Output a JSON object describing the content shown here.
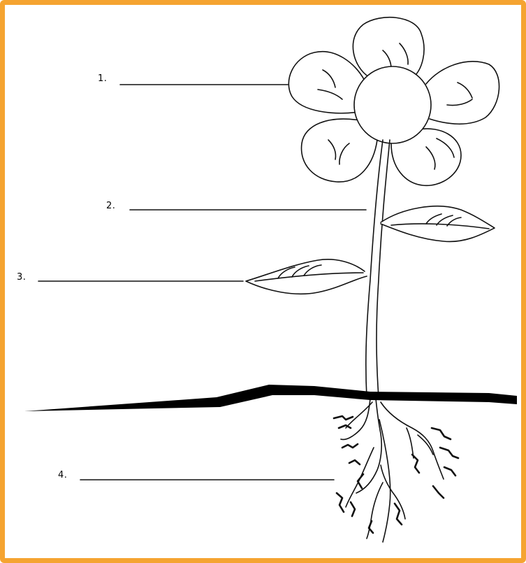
{
  "worksheet": {
    "border_color": "#f5a431",
    "subject": "flower-plant-parts-labeling",
    "labels": [
      {
        "number": "1.",
        "answer": ""
      },
      {
        "number": "2.",
        "answer": ""
      },
      {
        "number": "3.",
        "answer": ""
      },
      {
        "number": "4.",
        "answer": ""
      }
    ]
  }
}
